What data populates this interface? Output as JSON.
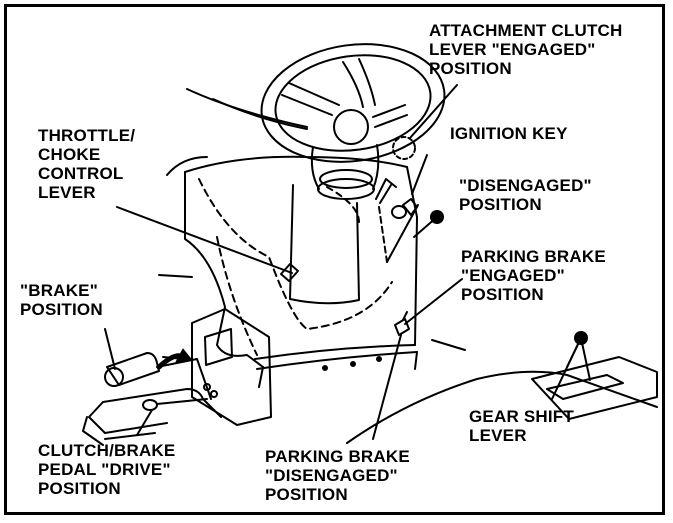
{
  "diagram": {
    "labels": {
      "attachment_clutch": "ATTACHMENT CLUTCH\nLEVER \"ENGAGED\"\nPOSITION",
      "ignition_key": "IGNITION KEY",
      "throttle_choke": "THROTTLE/\nCHOKE\nCONTROL\nLEVER",
      "disengaged": "\"DISENGAGED\"\nPOSITION",
      "parking_brake_engaged": "PARKING BRAKE\n\"ENGAGED\"\nPOSITION",
      "brake_position": "\"BRAKE\"\nPOSITION",
      "gear_shift": "GEAR SHIFT\nLEVER",
      "clutch_brake_pedal": "CLUTCH/BRAKE\nPEDAL \"DRIVE\"\nPOSITION",
      "parking_brake_disengaged": "PARKING BRAKE\n\"DISENGAGED\"\nPOSITION"
    },
    "colors": {
      "ink": "#000000",
      "paper": "#ffffff"
    }
  }
}
